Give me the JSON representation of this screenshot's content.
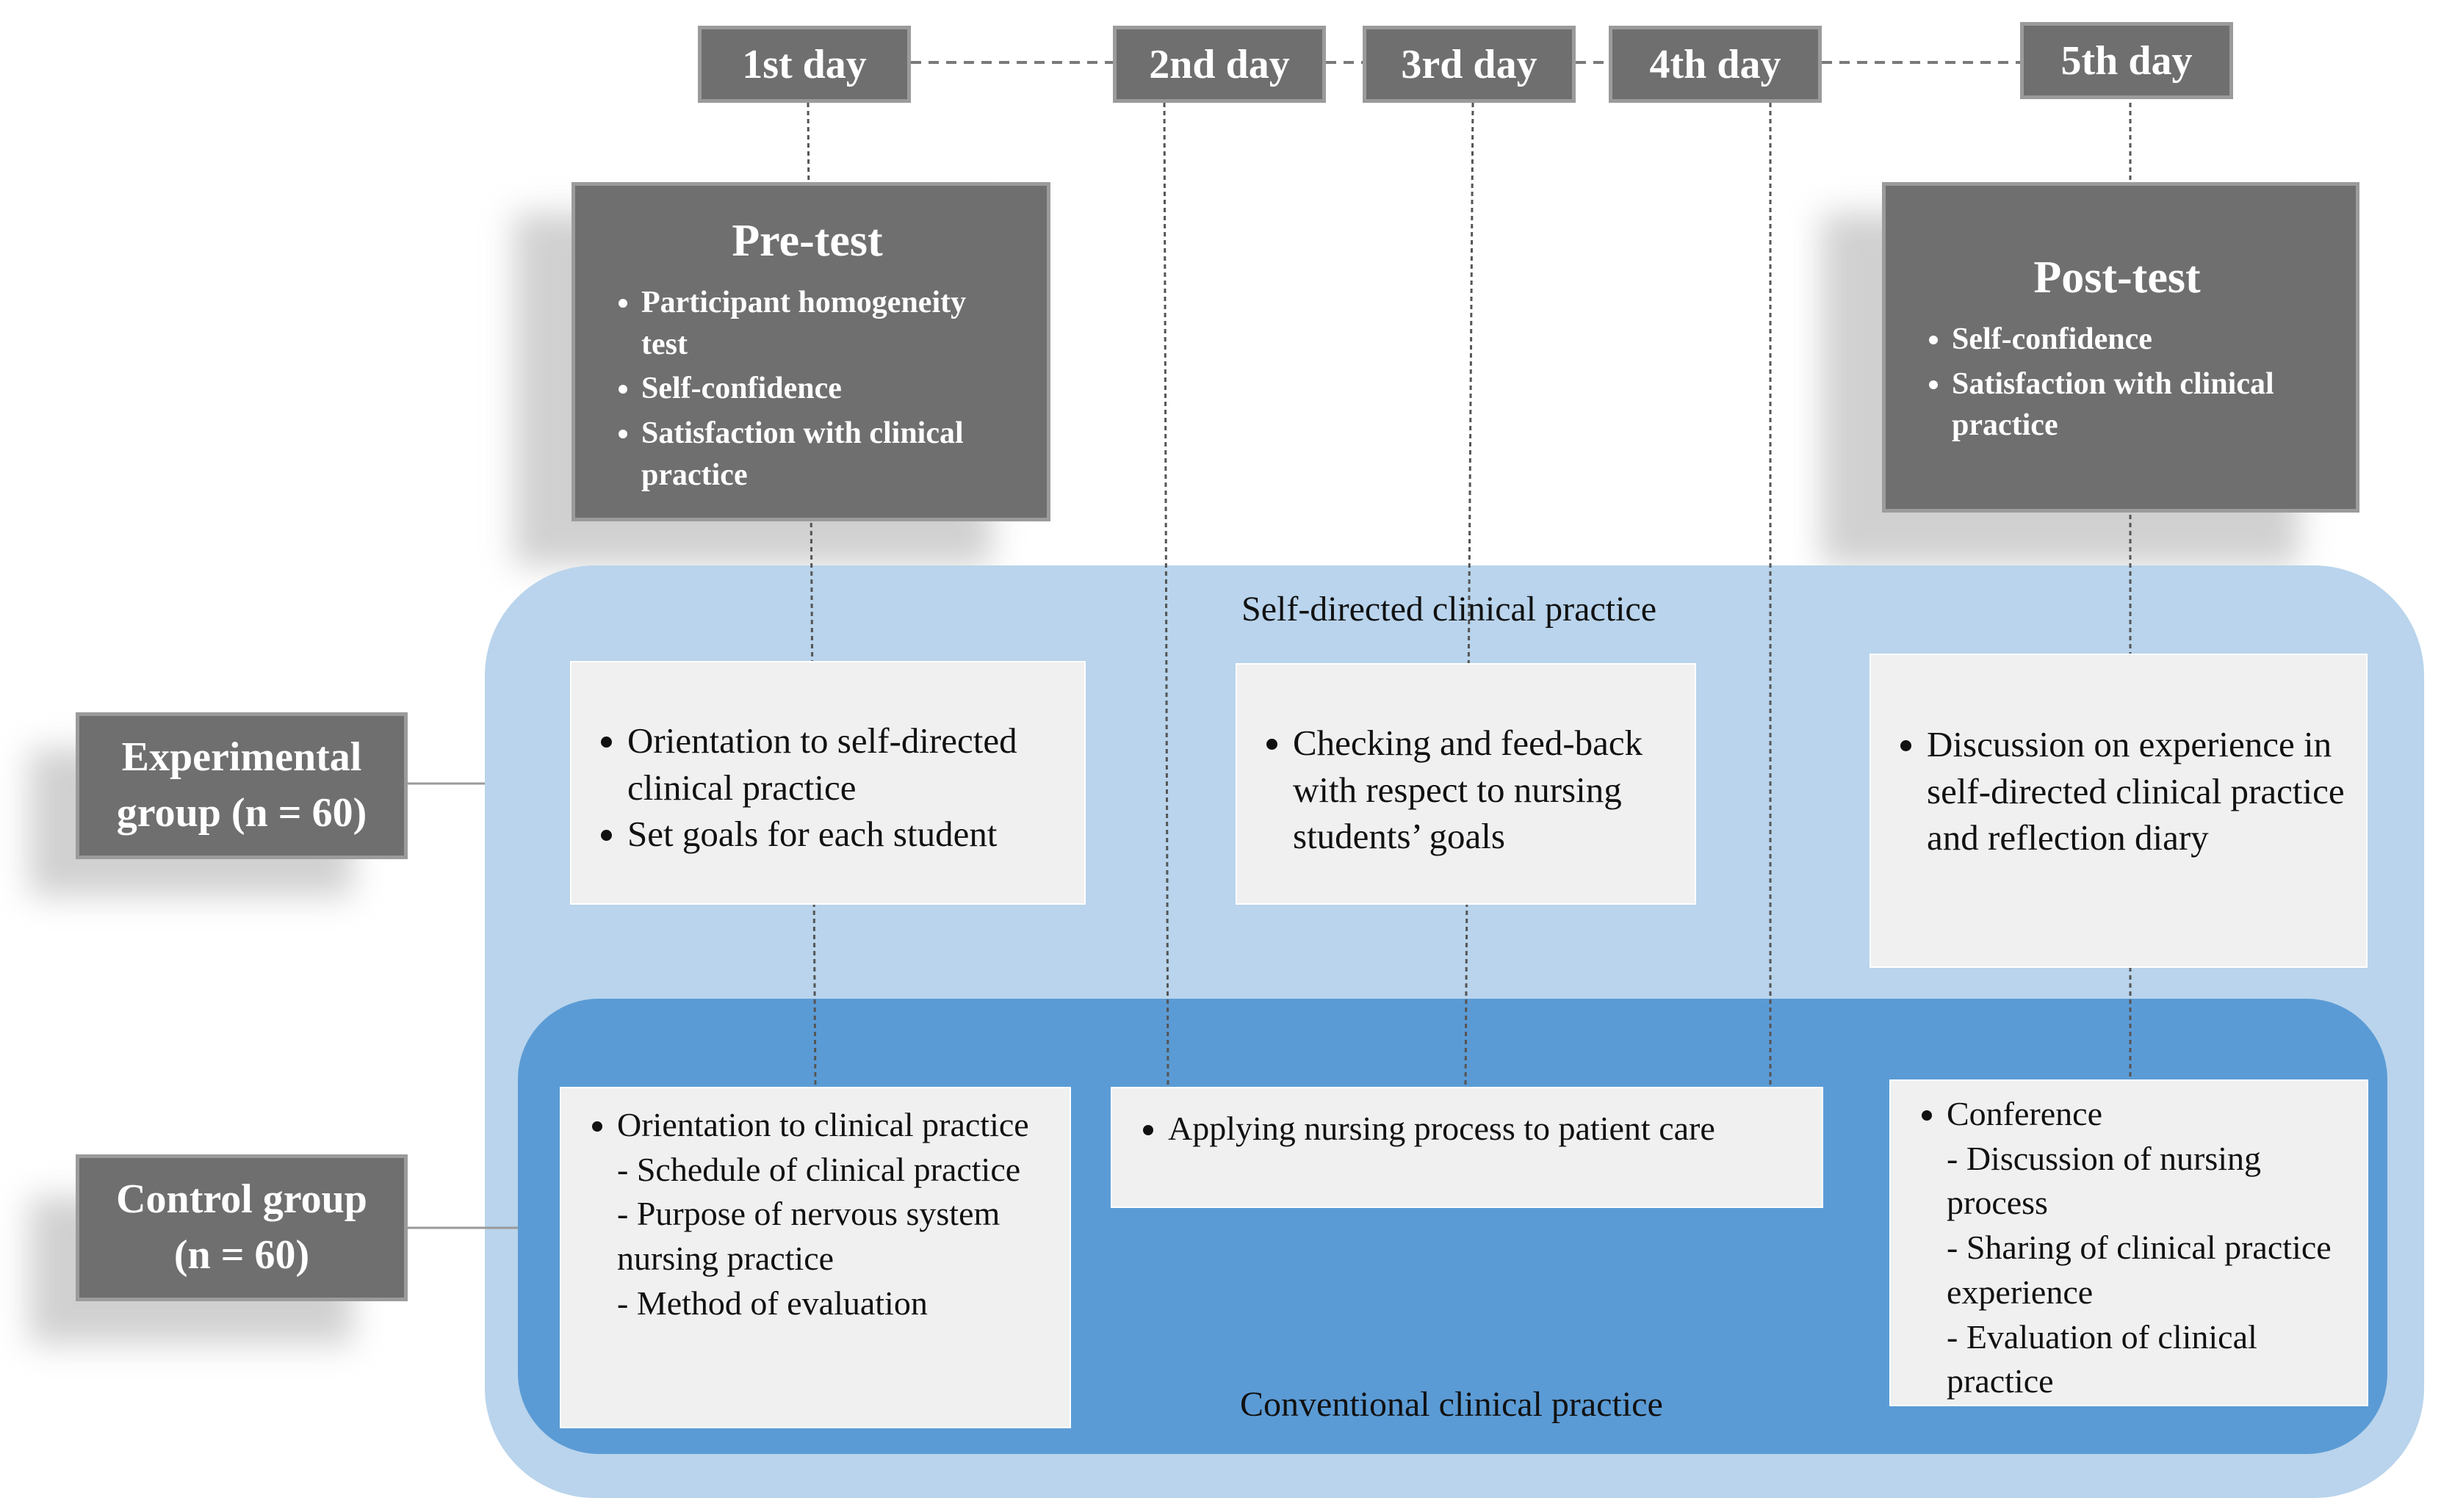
{
  "colors": {
    "gray_box": "#6f6f6f",
    "gray_border": "#9b9b9b",
    "light_region": "#b9d4ec",
    "dark_region": "#5b9bd5",
    "white_box": "#f0f0f0"
  },
  "timeline": {
    "days": [
      "1st day",
      "2nd day",
      "3rd day",
      "4th day",
      "5th day"
    ]
  },
  "pre_test": {
    "title": "Pre-test",
    "items": [
      "Participant homogeneity test",
      "Self-confidence",
      "Satisfaction with clinical practice"
    ]
  },
  "post_test": {
    "title": "Post-test",
    "items": [
      "Self-confidence",
      "Satisfaction with clinical practice"
    ]
  },
  "groups": {
    "experimental": [
      "Experimental",
      "group (n = 60)"
    ],
    "control": [
      "Control group",
      "(n = 60)"
    ]
  },
  "regions": {
    "self_directed": "Self-directed clinical practice",
    "conventional": "Conventional clinical practice"
  },
  "experimental_boxes": {
    "day1": [
      "Orientation to self-directed clinical practice",
      "Set goals for each student"
    ],
    "day3": [
      "Checking and feed-back with respect to nursing students’ goals"
    ],
    "day5": [
      "Discussion on experience in self-directed clinical practice and reflection diary"
    ]
  },
  "control_boxes": {
    "day1": {
      "main": "Orientation to clinical practice",
      "subs": [
        "- Schedule of clinical practice",
        "- Purpose of nervous system nursing practice",
        "- Method of evaluation"
      ]
    },
    "days2_4": [
      "Applying nursing process to patient care"
    ],
    "day5": {
      "main": "Conference",
      "subs": [
        "- Discussion of nursing process",
        "- Sharing of clinical practice experience",
        "- Evaluation of clinical practice"
      ]
    }
  }
}
